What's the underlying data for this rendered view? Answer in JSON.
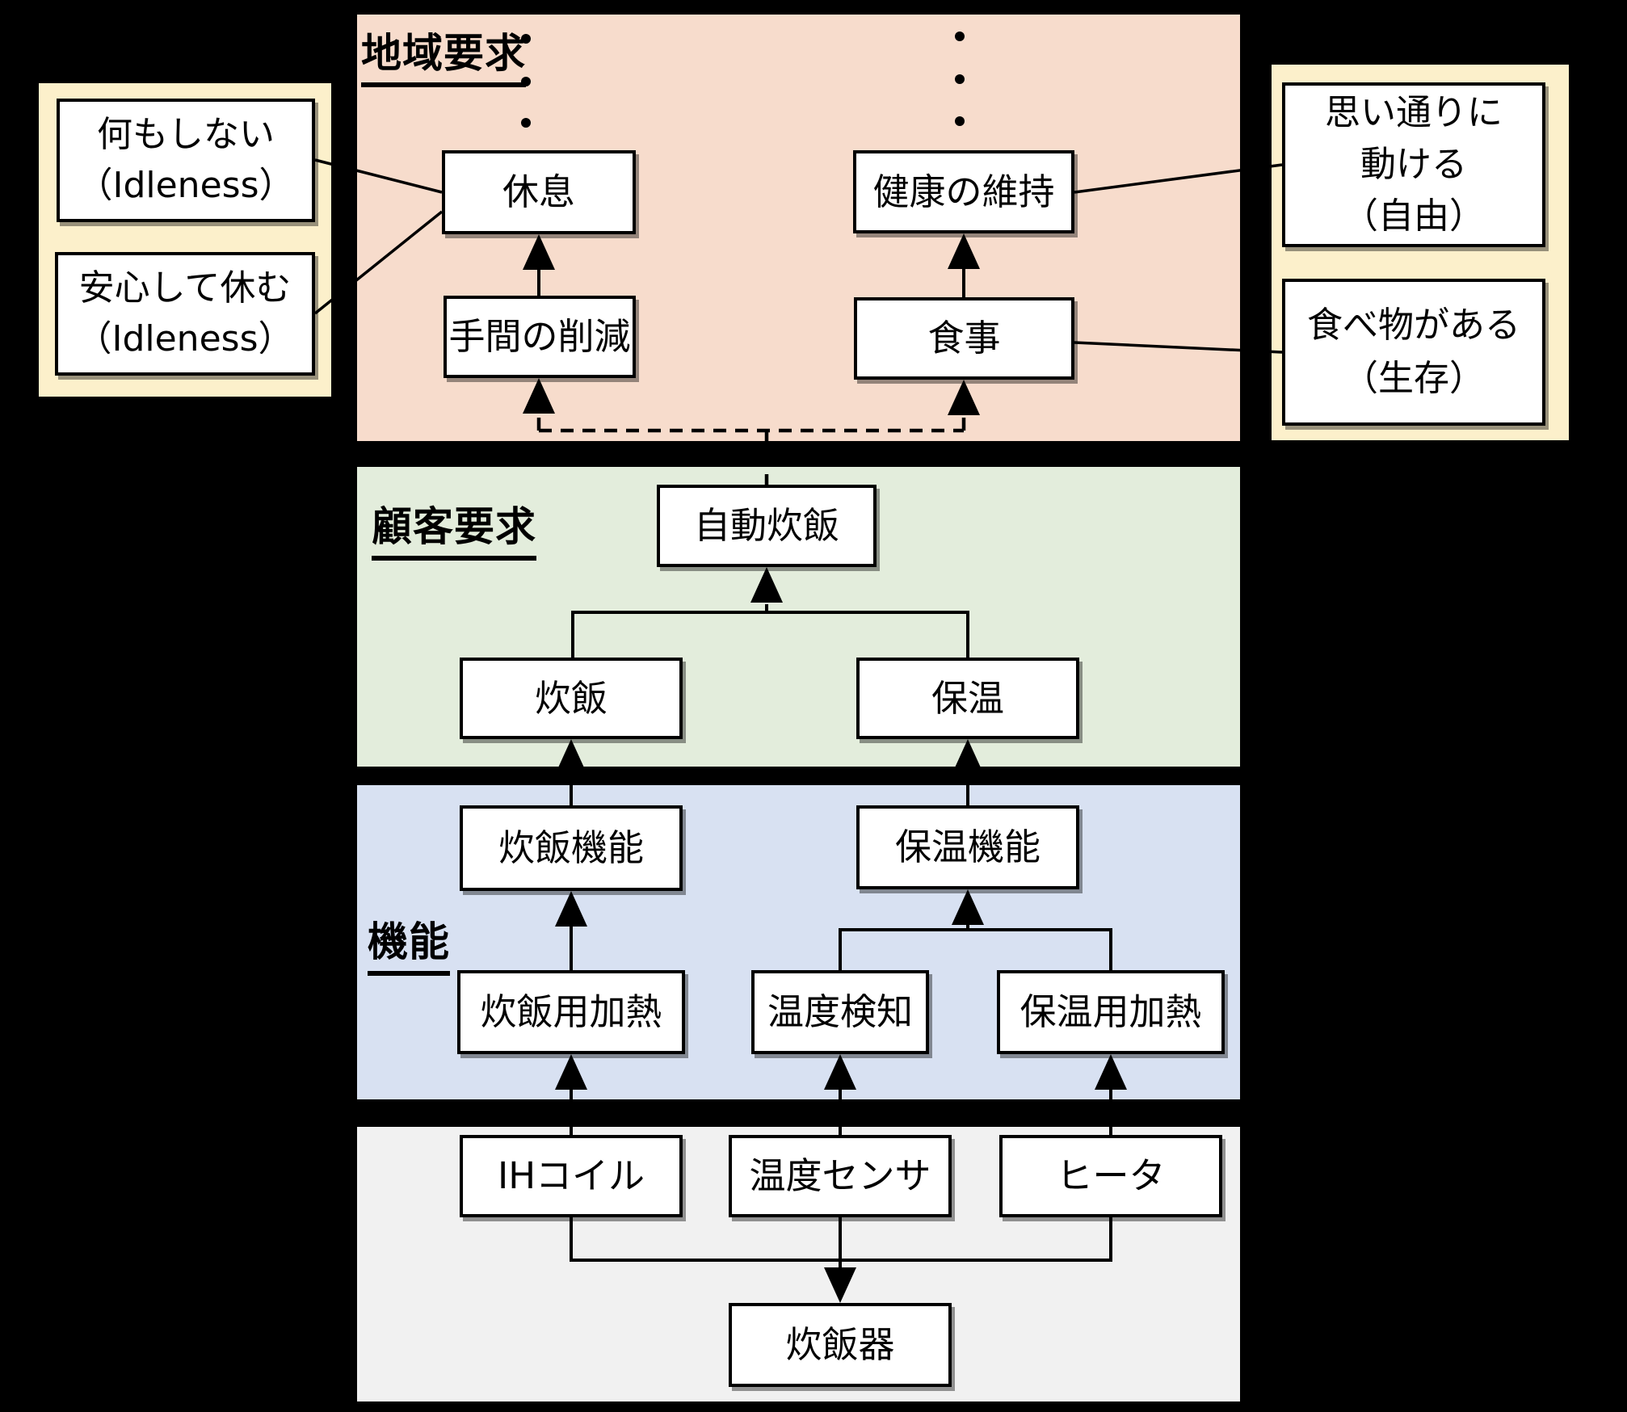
{
  "sections": {
    "regional": {
      "title": "地域要求"
    },
    "customer": {
      "title": "顧客要求"
    },
    "function": {
      "title": "機能"
    }
  },
  "nodes": {
    "rest": "休息",
    "health": "健康の維持",
    "effort": "手間の削減",
    "meal": "食事",
    "auto_cook": "自動炊飯",
    "cook": "炊飯",
    "keep_warm": "保温",
    "cook_func": "炊飯機能",
    "warm_func": "保温機能",
    "cook_heat": "炊飯用加熱",
    "temp_detect": "温度検知",
    "warm_heat": "保温用加熱",
    "ih_coil": "IHコイル",
    "temp_sensor": "温度センサ",
    "heater": "ヒータ",
    "rice_cooker": "炊飯器"
  },
  "left_panel": {
    "idle1": {
      "line1": "何もしない",
      "line2": "（Idleness）"
    },
    "idle2": {
      "line1": "安心して休む",
      "line2": "（Idleness）"
    }
  },
  "right_panel": {
    "freedom": {
      "line1": "思い通りに",
      "line2": "動ける",
      "line3": "（自由）"
    },
    "survival": {
      "line1": "食べ物がある",
      "line2": "（生存）"
    }
  },
  "colors": {
    "background": "#000000",
    "regional_bg": "#F7DCCC",
    "customer_bg": "#E3EDDC",
    "function_bg": "#D8E1F2",
    "physical_bg": "#F1F1F1",
    "panel_bg": "#FCF0CB",
    "box_bg": "#FFFFFF",
    "line": "#000000"
  }
}
